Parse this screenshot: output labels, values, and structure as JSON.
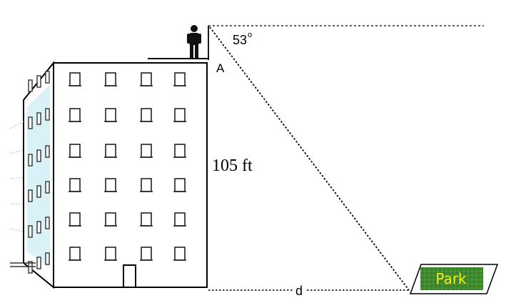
{
  "diagram": {
    "angle_label": "53",
    "angle_unit": "o",
    "point_label": "A",
    "height_label": "105 ft",
    "distance_label": "d",
    "park_label": "Park",
    "colors": {
      "line": "#000000",
      "building_fill": "#ffffff",
      "side_glass": "#cfeef5",
      "park_green": "#3f8a2e",
      "park_text": "#f2ec1c"
    }
  }
}
